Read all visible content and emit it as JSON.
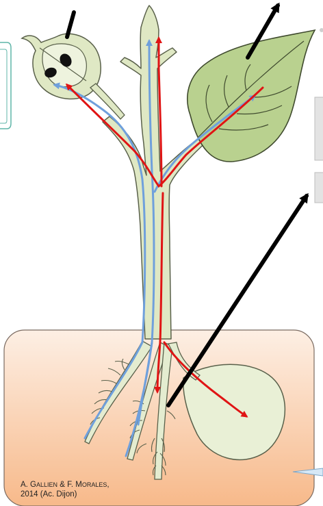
{
  "credit": {
    "author_1_initial": "A. G",
    "author_1_rest": "allien",
    "separator": " & ",
    "author_2_initial": "F. M",
    "author_2_rest": "orales",
    "suffix": ",",
    "line_2": "2014 (Ac. Dijon)"
  },
  "colors": {
    "plant_fill": "#dfe8c4",
    "plant_stroke": "#6f7a5a",
    "leaf_fill": "#b9d18f",
    "soil_top": "#fde9dc",
    "soil_bottom": "#f8bd8f",
    "xylem_flow": "#6fa0dc",
    "phloem_flow": "#e01414",
    "pointer_arrow": "#000000"
  }
}
